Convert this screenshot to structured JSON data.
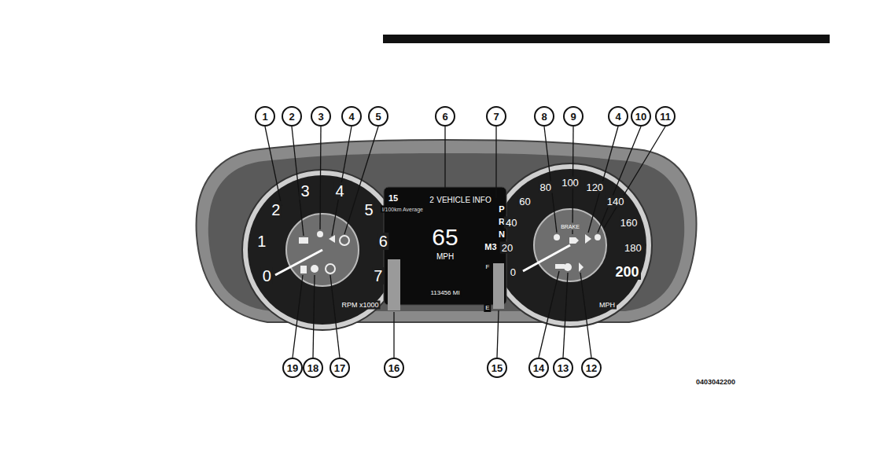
{
  "diagram": {
    "labels": [
      "1",
      "2",
      "3",
      "4",
      "5",
      "6",
      "7",
      "8",
      "9",
      "4",
      "10",
      "11",
      "19",
      "18",
      "17",
      "16",
      "15",
      "14",
      "13",
      "12",
      "15",
      "l/100km Average",
      "2",
      "VEHICLE INFO",
      "65",
      "MPH",
      "113456 MI",
      "P",
      "R",
      "N",
      "M3",
      "F",
      "E",
      "0",
      "1",
      "2",
      "3",
      "4",
      "5",
      "6",
      "7",
      "RPM x1000",
      "0",
      "20",
      "40",
      "60",
      "80",
      "100",
      "120",
      "140",
      "160",
      "180",
      "200",
      "BRAKE",
      "MPH",
      "0403042200"
    ]
  }
}
